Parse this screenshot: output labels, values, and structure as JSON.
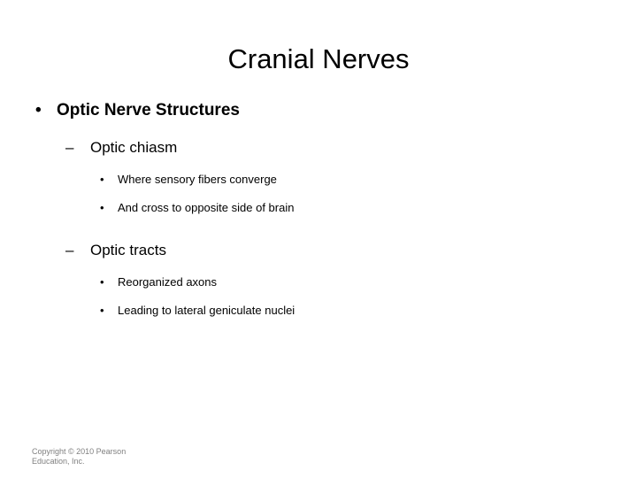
{
  "slide": {
    "title": "Cranial Nerves",
    "background_color": "#ffffff",
    "text_color": "#000000",
    "outline": [
      {
        "level": 1,
        "marker": "•",
        "text": "Optic Nerve Structures"
      },
      {
        "level": 2,
        "marker": "–",
        "text": "Optic chiasm"
      },
      {
        "level": 3,
        "marker": "•",
        "text": "Where sensory fibers converge"
      },
      {
        "level": 3,
        "marker": "•",
        "text": "And cross to opposite side of brain"
      },
      {
        "level": 2,
        "marker": "–",
        "text": "Optic tracts"
      },
      {
        "level": 3,
        "marker": "•",
        "text": "Reorganized axons"
      },
      {
        "level": 3,
        "marker": "•",
        "text": "Leading to lateral geniculate nuclei"
      }
    ],
    "footer": {
      "line1": "Copyright © 2010 Pearson",
      "line2": "Education, Inc.",
      "color": "#808080"
    }
  }
}
